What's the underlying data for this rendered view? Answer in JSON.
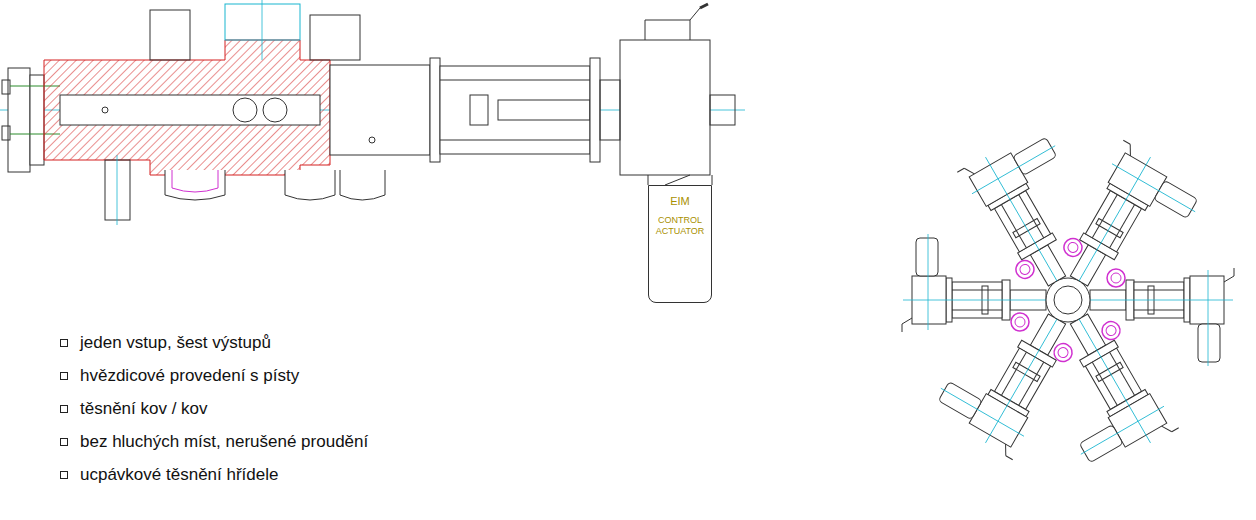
{
  "diagram": {
    "nodes": [
      {
        "text": [
          "EIM",
          "CONTROL ACTUATOR"
        ]
      }
    ],
    "labels": [
      "jeden vstup, šest výstupů",
      "hvězdicové provedení s písty",
      "těsnění kov / kov",
      "bez hluchých míst, nerušené proudění",
      "ucpávkové těsnění hřídele"
    ]
  }
}
